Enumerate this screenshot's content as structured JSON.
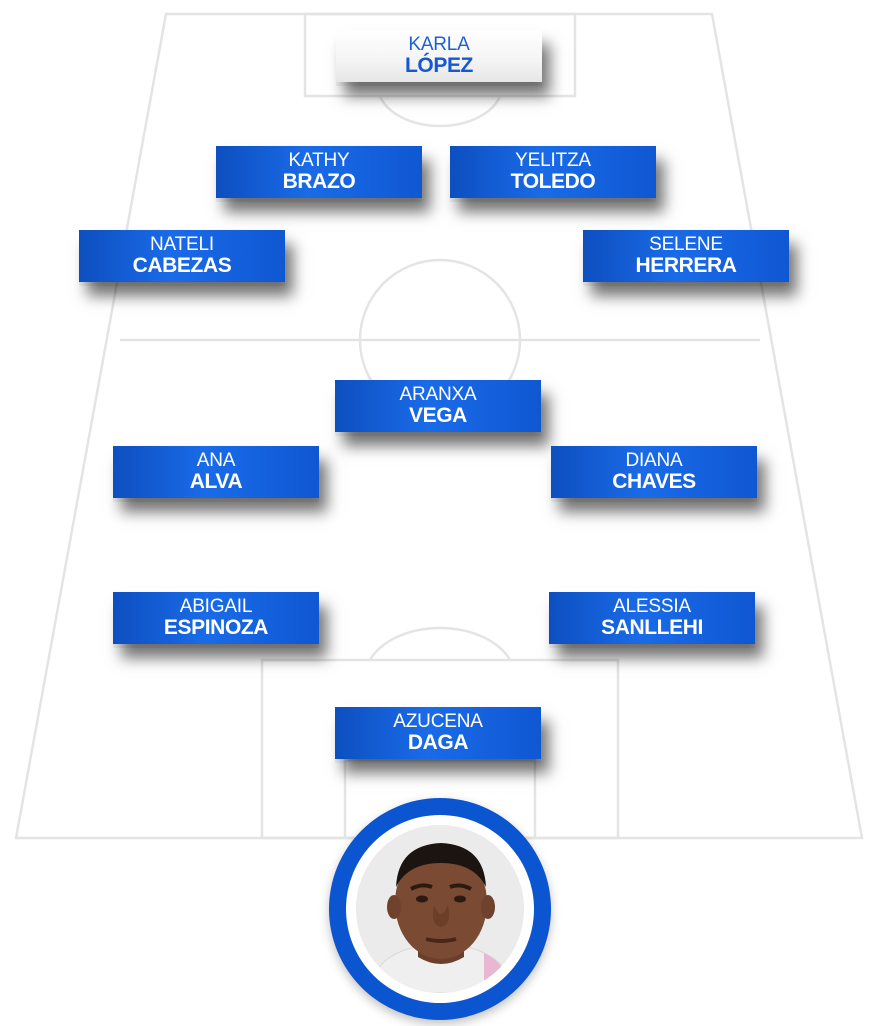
{
  "goalkeeper": {
    "first": "KARLA",
    "last": "LÓPEZ"
  },
  "defenders": [
    {
      "first": "KATHY",
      "last": "BRAZO"
    },
    {
      "first": "YELITZA",
      "last": "TOLEDO"
    },
    {
      "first": "NATELI",
      "last": "CABEZAS"
    },
    {
      "first": "SELENE",
      "last": "HERRERA"
    }
  ],
  "midfielders": [
    {
      "first": "ARANXA",
      "last": "VEGA"
    },
    {
      "first": "ANA",
      "last": "ALVA"
    },
    {
      "first": "DIANA",
      "last": "CHAVES"
    }
  ],
  "forwards": [
    {
      "first": "ABIGAIL",
      "last": "ESPINOZA"
    },
    {
      "first": "ALESSIA",
      "last": "SANLLEHI"
    },
    {
      "first": "AZUCENA",
      "last": "DAGA"
    }
  ],
  "coach": {
    "icon": "coach-portrait-photo"
  },
  "colors": {
    "card_blue": "#1a6be8",
    "ring_blue": "#0b55d0",
    "pitch_line": "#e6e6e6"
  }
}
